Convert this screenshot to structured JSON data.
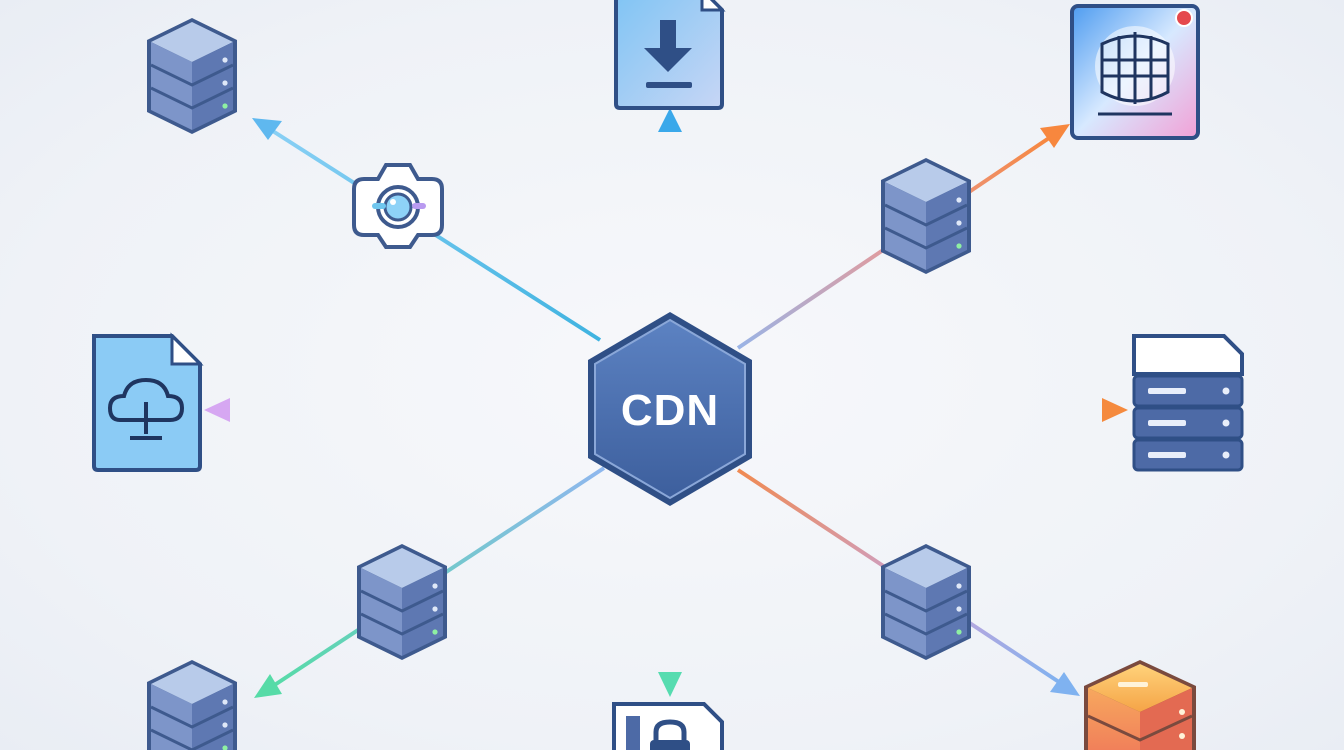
{
  "hub": {
    "label": "CDN",
    "color": "#4a6fae",
    "border": "#2f4f86"
  },
  "colors": {
    "server_top": "#a9bde2",
    "server_side": "#6d87bf",
    "server_outline": "#3e5a8e",
    "edge_blue": "#6db8ee",
    "edge_cyan": "#4fc7e3",
    "edge_orange": "#f08a52",
    "edge_violet": "#c9a2ee",
    "edge_green": "#59d7a6"
  },
  "nodes": [
    {
      "id": "top-left-server",
      "icon": "server-stack-icon"
    },
    {
      "id": "top-download-file",
      "icon": "download-file-icon"
    },
    {
      "id": "top-right-globe",
      "icon": "globe-icon"
    },
    {
      "id": "camera-node",
      "icon": "camera-icon"
    },
    {
      "id": "upper-right-server",
      "icon": "server-stack-icon"
    },
    {
      "id": "left-cloud-file",
      "icon": "cloud-file-icon"
    },
    {
      "id": "right-storage",
      "icon": "storage-rack-icon"
    },
    {
      "id": "lower-left-server",
      "icon": "server-stack-icon"
    },
    {
      "id": "lower-right-server",
      "icon": "server-stack-icon"
    },
    {
      "id": "bottom-left-server",
      "icon": "server-stack-icon"
    },
    {
      "id": "bottom-lock-file",
      "icon": "lock-file-icon"
    },
    {
      "id": "bottom-right-server",
      "icon": "server-stack-icon"
    }
  ]
}
